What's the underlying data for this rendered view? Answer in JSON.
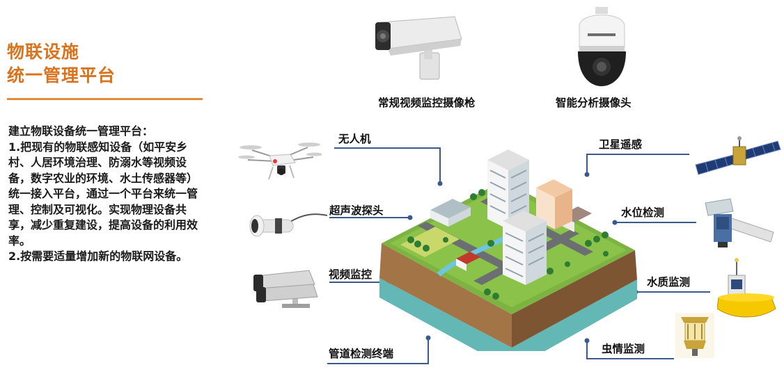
{
  "title": {
    "line1": "物联设施",
    "line2": "统一管理平台"
  },
  "description": {
    "intro": "建立物联设备统一管理平台：",
    "point1": "1.把现有的物联感知设备（如平安乡村、人居环境治理、防溺水等视频设备，数字农业的环境、水土传感器等）统一接入平台，通过一个平台来统一管理、控制及可视化。实现物理设备共享，减少重复建设，提高设备的利用效率。",
    "point2": "2.按需要适量增加新的物联网设备。"
  },
  "devices": {
    "bullet_camera": "常规视频监控摄像枪",
    "dome_camera": "智能分析摄像头",
    "drone": "无人机",
    "satellite": "卫星遥感",
    "ultrasonic": "超声波探头",
    "water_level": "水位检测",
    "video_monitor": "视频监控",
    "water_quality": "水质监测",
    "pipeline": "管道检测终端",
    "pest": "虫情监测"
  },
  "colors": {
    "title": "#d9731d",
    "rule": "#e08c3a",
    "connector": "#3a5a8c"
  }
}
